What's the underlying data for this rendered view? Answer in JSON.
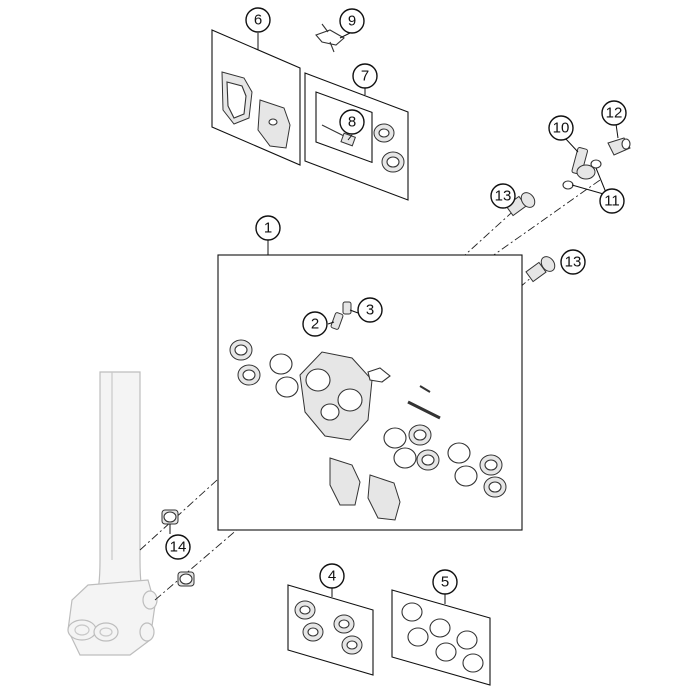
{
  "callouts": [
    {
      "id": "c6",
      "label": "6"
    },
    {
      "id": "c9",
      "label": "9"
    },
    {
      "id": "c7",
      "label": "7"
    },
    {
      "id": "c8",
      "label": "8"
    },
    {
      "id": "c10",
      "label": "10"
    },
    {
      "id": "c12",
      "label": "12"
    },
    {
      "id": "c11",
      "label": "11"
    },
    {
      "id": "c13a",
      "label": "13"
    },
    {
      "id": "c13b",
      "label": "13"
    },
    {
      "id": "c1",
      "label": "1"
    },
    {
      "id": "c2",
      "label": "2"
    },
    {
      "id": "c3",
      "label": "3"
    },
    {
      "id": "c14",
      "label": "14"
    },
    {
      "id": "c4",
      "label": "4"
    },
    {
      "id": "c5",
      "label": "5"
    }
  ]
}
